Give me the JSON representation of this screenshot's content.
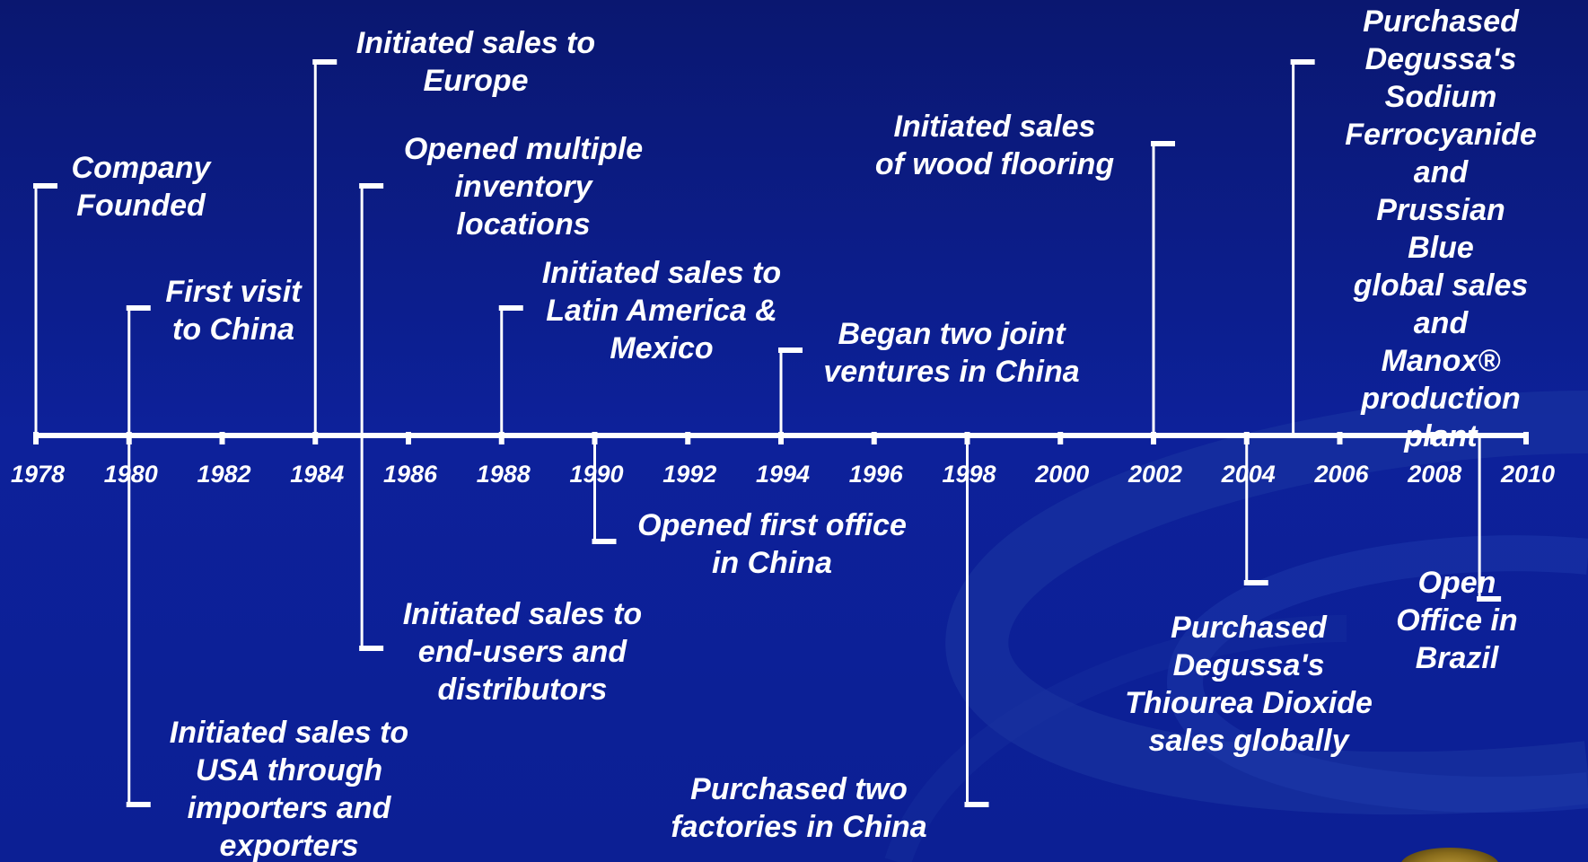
{
  "colors": {
    "background": "#0c1f94",
    "background_dark": "#0a1770",
    "swirl": "#1d3aa6",
    "line": "#ffffff",
    "text": "#ffffff"
  },
  "timeline": {
    "start_year": 1978,
    "end_year": 2010,
    "year_labels": [
      "1978",
      "1980",
      "1982",
      "1984",
      "1986",
      "1988",
      "1990",
      "1992",
      "1994",
      "1996",
      "1998",
      "2000",
      "2002",
      "2004",
      "2006",
      "2008",
      "2010"
    ]
  },
  "events": [
    {
      "id": "company-founded",
      "year": 1978,
      "side": "above",
      "text": "Company\nFounded"
    },
    {
      "id": "first-visit-china",
      "year": 1980,
      "side": "above",
      "text": "First visit\nto China"
    },
    {
      "id": "sales-usa",
      "year": 1980,
      "side": "below",
      "text": "Initiated sales to\nUSA through\nimporters and\nexporters"
    },
    {
      "id": "sales-europe",
      "year": 1984,
      "side": "above",
      "text": "Initiated sales to\nEurope"
    },
    {
      "id": "inventory-locations",
      "year": 1985,
      "side": "above",
      "text": "Opened multiple\ninventory\nlocations"
    },
    {
      "id": "sales-end-users",
      "year": 1985,
      "side": "below",
      "text": "Initiated sales to\nend-users and\ndistributors"
    },
    {
      "id": "sales-latin-america",
      "year": 1988,
      "side": "above",
      "text": "Initiated sales to\nLatin America &\nMexico"
    },
    {
      "id": "first-office-china",
      "year": 1990,
      "side": "below",
      "text": "Opened first office\nin China"
    },
    {
      "id": "joint-ventures",
      "year": 1994,
      "side": "above",
      "text": "Began two joint\nventures in China"
    },
    {
      "id": "two-factories",
      "year": 1998,
      "side": "below",
      "text": "Purchased two\nfactories in China"
    },
    {
      "id": "wood-flooring",
      "year": 2002,
      "side": "above",
      "text": "Initiated sales\nof wood flooring"
    },
    {
      "id": "thiourea-dioxide",
      "year": 2004,
      "side": "below",
      "text": "Purchased\nDegussa's\nThiourea Dioxide\nsales globally"
    },
    {
      "id": "sodium-ferrocyanide",
      "year": 2005,
      "side": "above",
      "text": "Purchased\nDegussa's\nSodium\nFerrocyanide\nand\nPrussian Blue\nglobal sales and\nManox®\nproduction plant"
    },
    {
      "id": "office-brazil",
      "year": 2009,
      "side": "below",
      "text": "Open Office  in\nBrazil"
    }
  ]
}
